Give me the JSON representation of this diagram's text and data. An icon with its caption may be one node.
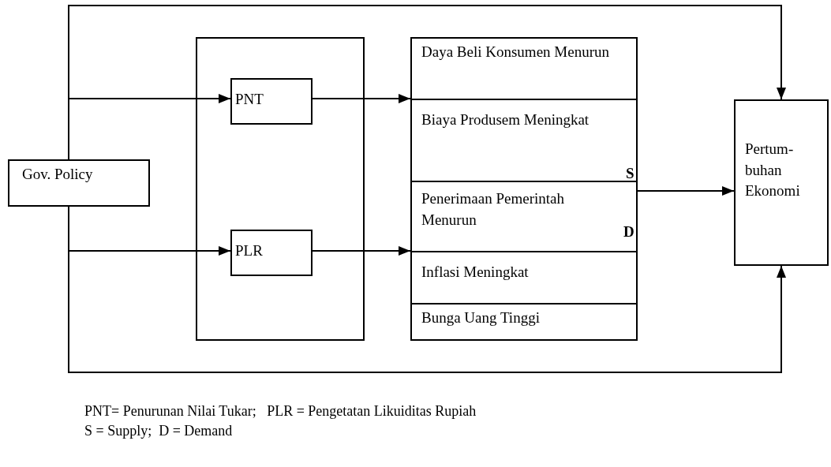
{
  "diagram": {
    "nodes": [
      {
        "text": [
          "Gov. Policy"
        ]
      },
      {
        "text": [],
        "shape": "box"
      },
      {
        "text": [
          "PNT"
        ],
        "in": 1
      },
      {
        "text": [
          "PLR"
        ],
        "in": 1
      },
      {
        "text": [],
        "shape": "box"
      },
      {
        "text": [
          "Daya Beli Konsumen Menurun"
        ],
        "in": 4
      },
      {
        "text": [
          "Biaya Produsem Meningkat"
        ],
        "in": 4
      },
      {
        "text": [
          "Penerimaan Pemerintah Menurun"
        ],
        "in": 4
      },
      {
        "text": [
          "Inflasi Meningkat"
        ],
        "in": 4
      },
      {
        "text": [
          "Bunga Uang Tinggi"
        ],
        "in": 4
      },
      {
        "text": [
          "Pertum- buhan Ekonomi"
        ]
      }
    ],
    "edges": [
      {
        "from": 0,
        "to": 2,
        "arrow": "to"
      },
      {
        "from": 0,
        "to": 3,
        "arrow": "to"
      },
      {
        "from": 2,
        "to": 4,
        "arrow": "to"
      },
      {
        "from": 3,
        "to": 4,
        "arrow": "to"
      },
      {
        "from": 0,
        "to": 10,
        "arrow": "to"
      },
      {
        "from": 0,
        "to": 10,
        "arrow": "to"
      },
      {
        "from": 4,
        "to": 10,
        "arrow": "to"
      }
    ],
    "labels": [
      "S",
      "D",
      "PNT= Penurunan Nilai Tukar;   PLR = Pengetatan Likuiditas Rupiah",
      "S = Supply;  D = Demand"
    ]
  }
}
